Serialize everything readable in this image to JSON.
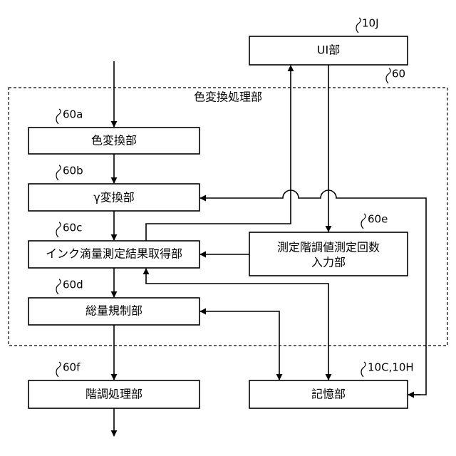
{
  "frame": {
    "label": "色変換処理部",
    "ref": "60"
  },
  "ui": {
    "label": "UI部",
    "ref": "10J"
  },
  "blocks": {
    "color_conv": {
      "label": "色変換部",
      "ref": "60a"
    },
    "gamma_conv": {
      "label": "γ変換部",
      "ref": "60b"
    },
    "ink_measure": {
      "label": "インク滴量測定結果取得部",
      "ref": "60c"
    },
    "total_limit": {
      "label": "総量規制部",
      "ref": "60d"
    },
    "halftone": {
      "label": "階調処理部",
      "ref": "60f"
    },
    "count_input": {
      "line1": "測定階調値測定回数",
      "line2": "入力部",
      "ref": "60e"
    },
    "storage": {
      "label": "記憶部",
      "ref": "10C,10H"
    }
  }
}
